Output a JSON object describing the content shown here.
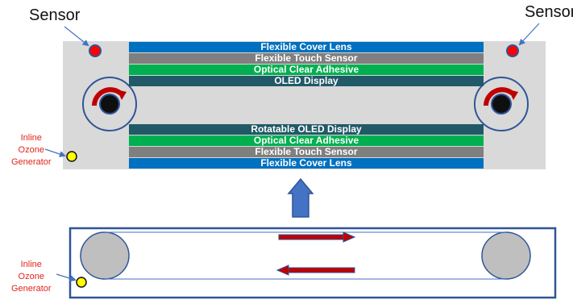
{
  "labels": {
    "sensor_left": "Sensor",
    "sensor_right": "Sensor",
    "ozone_top": [
      "Inline",
      "Ozone",
      "Generator"
    ],
    "ozone_bottom": [
      "Inline",
      "Ozone",
      "Generator"
    ]
  },
  "top_stack": [
    {
      "label": "Flexible Cover Lens",
      "color": "#0070c0"
    },
    {
      "label": "Flexible Touch Sensor",
      "color": "#7f7f7f"
    },
    {
      "label": "Optical Clear Adhesive",
      "color": "#00b050"
    },
    {
      "label": "OLED Display",
      "color": "#215967"
    }
  ],
  "bottom_stack": [
    {
      "label": "Rotatable OLED Display",
      "color": "#215967"
    },
    {
      "label": "Optical Clear Adhesive",
      "color": "#00b050"
    },
    {
      "label": "Flexible Touch Sensor",
      "color": "#7f7f7f"
    },
    {
      "label": "Flexible Cover Lens",
      "color": "#0070c0"
    }
  ],
  "colors": {
    "panel": "#d9d9d9",
    "sensor_dot": "#ff0000",
    "ozone_dot": "#ffff00",
    "outline": "#2f5597",
    "roller": "#bfbfbf",
    "rotation_arrow": "#c00000",
    "up_arrow": "#4472c4"
  }
}
